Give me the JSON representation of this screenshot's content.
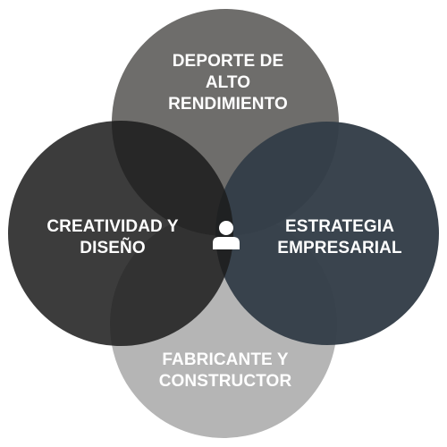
{
  "diagram": {
    "type": "venn",
    "circles": {
      "top": {
        "lines": [
          "DEPORTE DE",
          "ALTO",
          "RENDIMIENTO"
        ],
        "color": "#6e6d6b"
      },
      "left": {
        "lines": [
          "CREATIVIDAD Y",
          "DISEÑO"
        ],
        "color": "#1c1c1c"
      },
      "right": {
        "lines": [
          "ESTRATEGIA",
          "EMPRESARIAL"
        ],
        "color": "#343e48"
      },
      "bottom": {
        "lines": [
          "FABRICANTE Y",
          "CONSTRUCTOR"
        ],
        "color": "#b5b5b5"
      }
    },
    "center_icon": "person-icon",
    "text_color": "#ffffff"
  }
}
